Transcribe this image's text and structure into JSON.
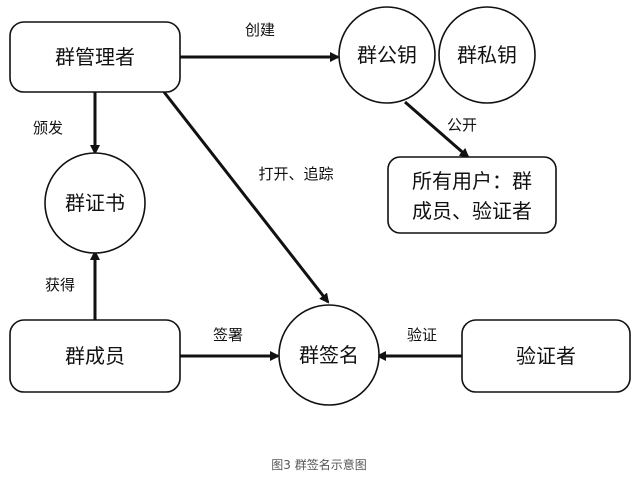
{
  "nodes": {
    "group_manager": "群管理者",
    "group_public_key": "群公钥",
    "group_private_key": "群私钥",
    "group_certificate": "群证书",
    "all_users_line1": "所有用户：群",
    "all_users_line2": "成员、验证者",
    "group_member": "群成员",
    "group_signature": "群签名",
    "verifier": "验证者"
  },
  "edges": {
    "create": "创建",
    "issue": "颁发",
    "open_trace": "打开、追踪",
    "publish": "公开",
    "obtain": "获得",
    "sign": "签署",
    "verify": "验证"
  },
  "caption": "图3 群签名示意图"
}
